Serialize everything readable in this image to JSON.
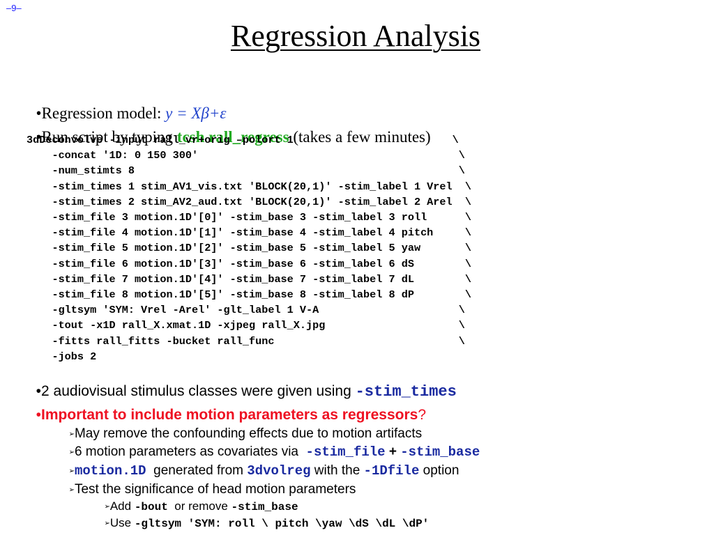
{
  "page_number": "–9–",
  "title": "Regression Analysis",
  "bullet1": {
    "bullet": "•",
    "label": "Regression model: ",
    "equation": "y = Xβ+ε"
  },
  "bullet2": {
    "bullet": "•",
    "prefix": "Run script by typing ",
    "command": "tcsh rall_regress",
    "suffix": " (takes a few minutes)"
  },
  "code_lines": [
    "3dDeconvolve -input rall_vr+orig –polort 1                         \\",
    "    -concat '1D: 0 150 300'                                         \\",
    "    -num_stimts 8                                                   \\",
    "    -stim_times 1 stim_AV1_vis.txt 'BLOCK(20,1)' -stim_label 1 Vrel  \\",
    "    -stim_times 2 stim_AV2_aud.txt 'BLOCK(20,1)' -stim_label 2 Arel  \\",
    "    -stim_file 3 motion.1D'[0]' -stim_base 3 -stim_label 3 roll      \\",
    "    -stim_file 4 motion.1D'[1]' -stim_base 4 -stim_label 4 pitch     \\",
    "    -stim_file 5 motion.1D'[2]' -stim_base 5 -stim_label 5 yaw       \\",
    "    -stim_file 6 motion.1D'[3]' -stim_base 6 -stim_label 6 dS        \\",
    "    -stim_file 7 motion.1D'[4]' -stim_base 7 -stim_label 7 dL        \\",
    "    -stim_file 8 motion.1D'[5]' -stim_base 8 -stim_label 8 dP        \\",
    "    -gltsym 'SYM: Vrel -Arel' -glt_label 1 V-A                      \\",
    "    -tout -x1D rall_X.xmat.1D -xjpeg rall_X.jpg                     \\",
    "    -fitts rall_fitts -bucket rall_func                             \\",
    "    -jobs 2"
  ],
  "bullet3": {
    "bullet": "•",
    "text": "2 audiovisual stimulus classes were given using ",
    "code": "-stim_times"
  },
  "bullet4": {
    "bullet": "•",
    "text": "Important to include motion parameters as regressors",
    "suffix": "?"
  },
  "sub_bullets": {
    "arrow": "➢",
    "s1": {
      "text": "May remove the confounding effects due to motion artifacts"
    },
    "s2": {
      "text": "6 motion parameters as covariates via  ",
      "code1": "-stim_file",
      "plus": " + ",
      "code2": "-stim_base"
    },
    "s3": {
      "code1": "motion.1D",
      "mid": "  generated from ",
      "code2": "3dvolreg",
      "mid2": " with the ",
      "code3": "-1Dfile",
      "tail": " option"
    },
    "s4": {
      "text": "Test the significance of head motion parameters"
    },
    "s5": {
      "prefix": "Add ",
      "code1": "-bout",
      "mid": "  or remove ",
      "code2": "-stim_base"
    },
    "s6": {
      "prefix": "Use ",
      "code": "-gltsym 'SYM: roll \\ pitch \\yaw \\dS \\dL \\dP'"
    }
  },
  "colors": {
    "blue": "#2244cc",
    "green": "#22aa22",
    "navy": "#1a2aa0",
    "red": "#ee1122"
  }
}
